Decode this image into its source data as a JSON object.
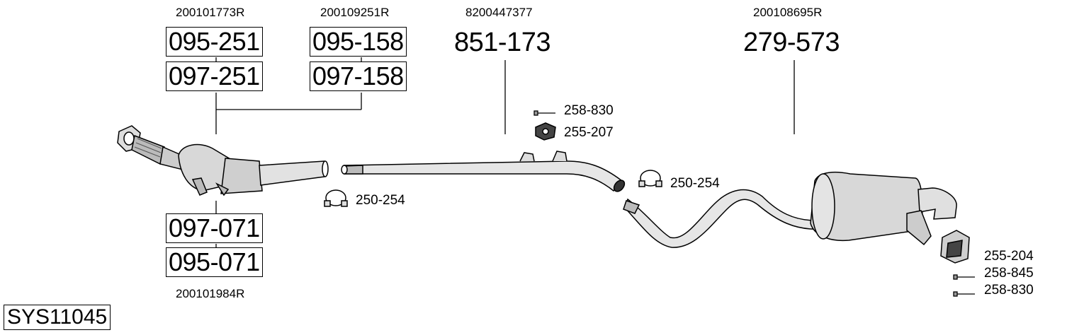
{
  "parts": {
    "cat_oem_top": "200101773R",
    "cat_code_1": "095-251",
    "cat_code_2": "097-251",
    "cat_alt_oem_top": "200109251R",
    "cat_alt_code_1": "095-158",
    "cat_alt_code_2": "097-158",
    "cat_bottom_code_1": "097-071",
    "cat_bottom_code_2": "095-071",
    "cat_oem_bottom": "200101984R",
    "mid_pipe_oem": "8200447377",
    "mid_pipe_code": "851-173",
    "rear_oem": "200108695R",
    "rear_code": "279-573"
  },
  "accessories": {
    "bolt_1": "258-830",
    "rubber_1": "255-207",
    "clamp_front": "250-254",
    "clamp_rear": "250-254",
    "rubber_rear": "255-204",
    "bolt_rear_1": "258-845",
    "bolt_rear_2": "258-830"
  },
  "system_id": "SYS11045"
}
